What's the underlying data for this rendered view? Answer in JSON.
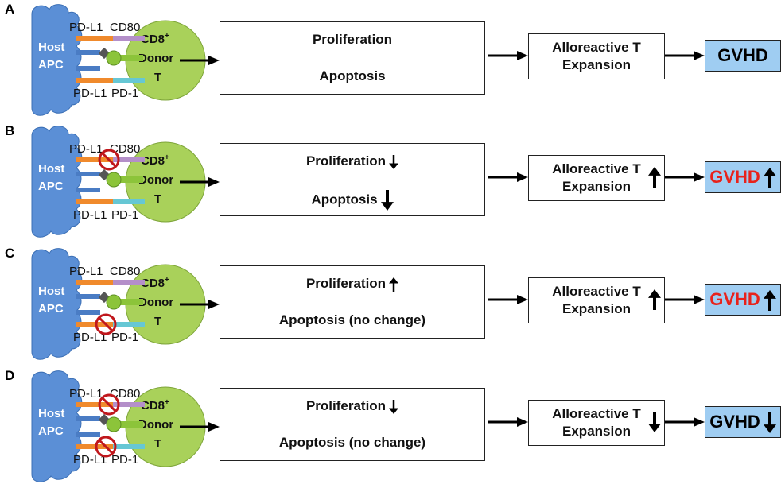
{
  "labels": {
    "pdl1": "PD-L1",
    "cd80": "CD80",
    "pd1": "PD-1",
    "host": "Host",
    "apc": "APC",
    "cd8": "CD8",
    "cd8_sup": "+",
    "donor": "Donor",
    "t": "T",
    "allo_line1": "Alloreactive  T",
    "allo_line2": "Expansion"
  },
  "colors": {
    "host_apc": "#5b8fd6",
    "donor_t": "#a9d15a",
    "pdl1_stalk": "#f08a2c",
    "cd80_stalk": "#b48fc9",
    "pd1_stalk": "#66c7d4",
    "gvhd_box": "#9fcdf2",
    "gvhd_red": "#e8221b",
    "block_sign": "#c0171c"
  },
  "panels": [
    {
      "letter": "A",
      "block_top": false,
      "block_bottom": false,
      "prolif": "Proliferation",
      "prolif_arrow": "none",
      "apop": "Apoptosis",
      "apop_arrow": "none",
      "allo_arrow": "none",
      "gvhd": "GVHD",
      "gvhd_color": "black",
      "gvhd_arrow": "none"
    },
    {
      "letter": "B",
      "block_top": true,
      "block_bottom": false,
      "prolif": "Proliferation",
      "prolif_arrow": "down-small",
      "apop": "Apoptosis",
      "apop_arrow": "down",
      "allo_arrow": "up",
      "gvhd": "GVHD",
      "gvhd_color": "red",
      "gvhd_arrow": "up"
    },
    {
      "letter": "C",
      "block_top": false,
      "block_bottom": true,
      "prolif": "Proliferation",
      "prolif_arrow": "up-small",
      "apop": "Apoptosis (no change)",
      "apop_arrow": "none",
      "allo_arrow": "up",
      "gvhd": "GVHD",
      "gvhd_color": "red",
      "gvhd_arrow": "up"
    },
    {
      "letter": "D",
      "block_top": true,
      "block_bottom": true,
      "prolif": "Proliferation",
      "prolif_arrow": "down-small",
      "apop": "Apoptosis (no change)",
      "apop_arrow": "none",
      "allo_arrow": "down",
      "gvhd": "GVHD",
      "gvhd_color": "black",
      "gvhd_arrow": "down"
    }
  ]
}
